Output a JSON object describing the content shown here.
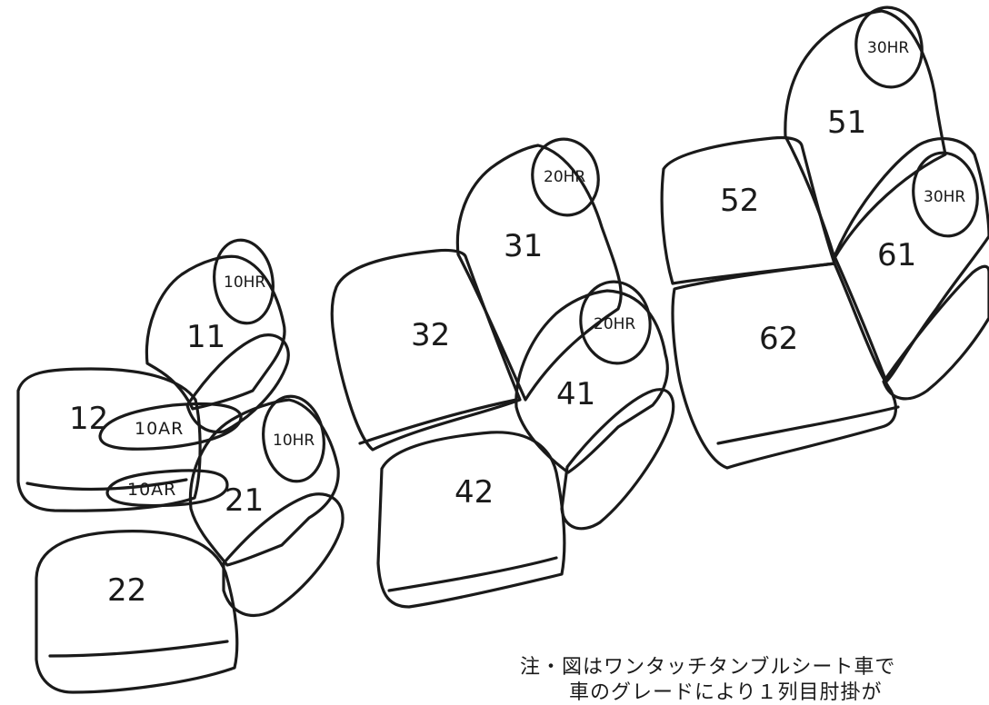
{
  "panels": {
    "p11": "11",
    "p12": "12",
    "p21": "21",
    "p22": "22",
    "p31": "31",
    "p32": "32",
    "p41": "41",
    "p42": "42",
    "p51": "51",
    "p52": "52",
    "p61": "61",
    "p62": "62"
  },
  "headrests": {
    "h10a": "10HR",
    "h10b": "10HR",
    "h20a": "20HR",
    "h20b": "20HR",
    "h30a": "30HR",
    "h30b": "30HR"
  },
  "armrests": {
    "a1": "10AR",
    "a2": "10AR"
  },
  "note": {
    "line1": "注・図はワンタッチタンブルシート車で",
    "line2": "車のグレードにより１列目肘掛が"
  }
}
